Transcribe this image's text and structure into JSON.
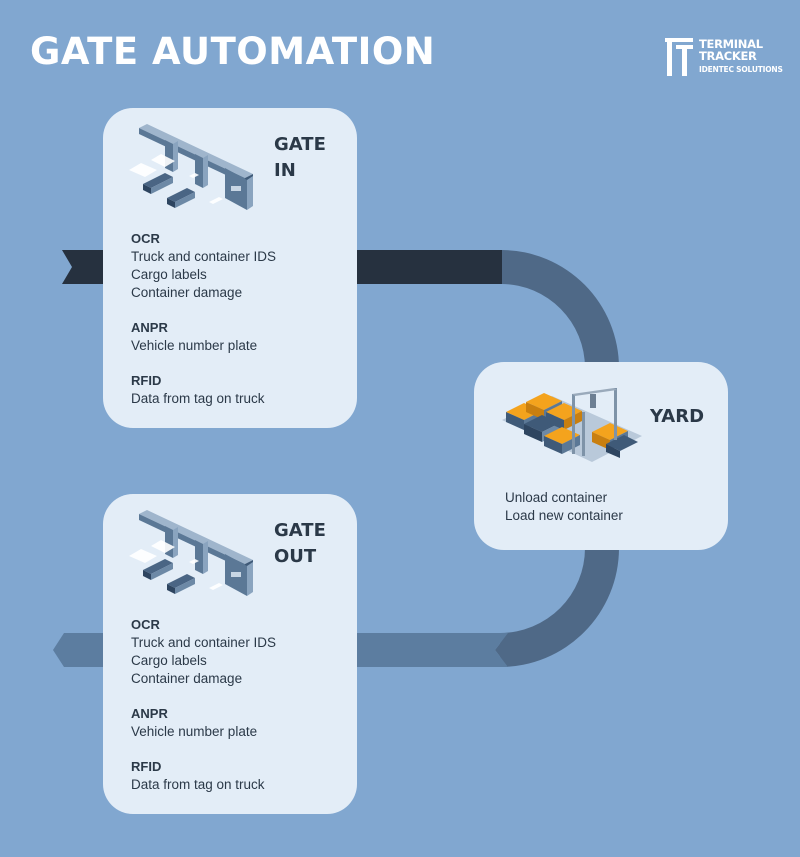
{
  "page": {
    "title": "GATE AUTOMATION"
  },
  "logo": {
    "line1": "TERMINAL",
    "line2": "TRACKER",
    "line3": "IDENTEC SOLUTIONS",
    "icon": "tt-monogram-icon"
  },
  "gate_in": {
    "title_line1": "GATE",
    "title_line2": "IN",
    "icon": "gate-illustration-icon",
    "features": [
      {
        "name": "OCR",
        "items": [
          "Truck and container IDS",
          "Cargo labels",
          "Container damage"
        ]
      },
      {
        "name": "ANPR",
        "items": [
          "Vehicle number plate"
        ]
      },
      {
        "name": "RFID",
        "items": [
          "Data from tag on truck"
        ]
      }
    ]
  },
  "yard": {
    "title": "YARD",
    "icon": "container-yard-icon",
    "actions": [
      "Unload container",
      "Load new container"
    ]
  },
  "gate_out": {
    "title_line1": "GATE",
    "title_line2": "OUT",
    "icon": "gate-illustration-icon",
    "features": [
      {
        "name": "OCR",
        "items": [
          "Truck and container IDS",
          "Cargo labels",
          "Container damage"
        ]
      },
      {
        "name": "ANPR",
        "items": [
          "Vehicle number plate"
        ]
      },
      {
        "name": "RFID",
        "items": [
          "Data from tag on truck"
        ]
      }
    ]
  },
  "colors": {
    "background": "#81a7d0",
    "card": "#e3edf7",
    "text_dark": "#2b3948",
    "flow_in": "#26313f",
    "flow_curve": "#4f6987",
    "flow_out": "#5c7da0",
    "container_orange": "#f4a31d"
  }
}
